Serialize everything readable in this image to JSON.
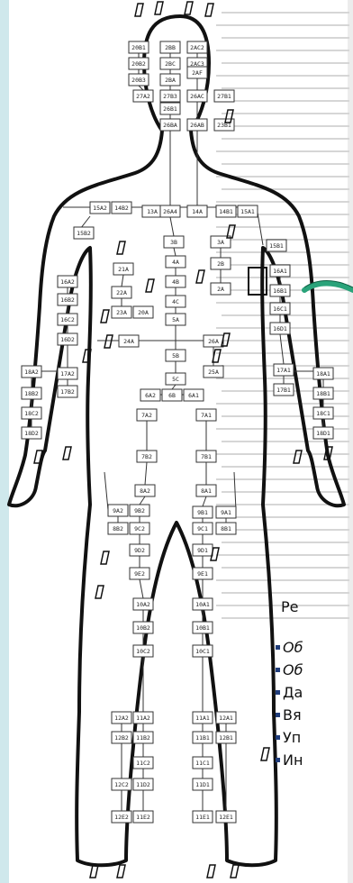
{
  "blocks": [
    {
      "id": "blk-20b1",
      "label": "20B1"
    },
    {
      "id": "blk-20b2",
      "label": "20B2"
    },
    {
      "id": "blk-20b3",
      "label": "20B3"
    },
    {
      "id": "blk-2ac2",
      "label": "2AC2"
    },
    {
      "id": "blk-2ac3",
      "label": "2AC3"
    },
    {
      "id": "blk-2af",
      "label": "2AF"
    },
    {
      "id": "blk-2bb",
      "label": "2BB"
    },
    {
      "id": "blk-2bc",
      "label": "2BC"
    },
    {
      "id": "blk-2ba",
      "label": "2BA"
    },
    {
      "id": "blk-27b3",
      "label": "27B3"
    },
    {
      "id": "blk-26b1",
      "label": "26B1"
    },
    {
      "id": "blk-26ac",
      "label": "26AC"
    },
    {
      "id": "blk-27b1",
      "label": "27B1"
    },
    {
      "id": "blk-27a2",
      "label": "27A2"
    },
    {
      "id": "blk-26ba",
      "label": "26BA"
    },
    {
      "id": "blk-26ab",
      "label": "26AB"
    },
    {
      "id": "blk-23b1",
      "label": "23B1"
    },
    {
      "id": "blk-15a2",
      "label": "15A2"
    },
    {
      "id": "blk-14b2",
      "label": "14B2"
    },
    {
      "id": "blk-13a",
      "label": "13A"
    },
    {
      "id": "blk-26a4",
      "label": "26A4"
    },
    {
      "id": "blk-14a",
      "label": "14A"
    },
    {
      "id": "blk-14b1",
      "label": "14B1"
    },
    {
      "id": "blk-15a1",
      "label": "15A1"
    },
    {
      "id": "blk-15b2",
      "label": "15B2"
    },
    {
      "id": "blk-15b1",
      "label": "15B1"
    },
    {
      "id": "blk-3b",
      "label": "3B"
    },
    {
      "id": "blk-3a",
      "label": "3A"
    },
    {
      "id": "blk-4a",
      "label": "4A"
    },
    {
      "id": "blk-2b",
      "label": "2B"
    },
    {
      "id": "blk-4b",
      "label": "4B"
    },
    {
      "id": "blk-2a",
      "label": "2A"
    },
    {
      "id": "blk-4c",
      "label": "4C"
    },
    {
      "id": "blk-5a",
      "label": "5A"
    },
    {
      "id": "blk-5b",
      "label": "5B"
    },
    {
      "id": "blk-5c",
      "label": "5C"
    },
    {
      "id": "blk-21a",
      "label": "21A"
    },
    {
      "id": "blk-22a",
      "label": "22A"
    },
    {
      "id": "blk-23a",
      "label": "23A"
    },
    {
      "id": "blk-20a",
      "label": "20A"
    },
    {
      "id": "blk-24a",
      "label": "24A"
    },
    {
      "id": "blk-26a",
      "label": "26A"
    },
    {
      "id": "blk-25a",
      "label": "25A"
    },
    {
      "id": "blk-16a2",
      "label": "16A2"
    },
    {
      "id": "blk-16b2",
      "label": "16B2"
    },
    {
      "id": "blk-16c2",
      "label": "16C2"
    },
    {
      "id": "blk-16d2",
      "label": "16D2"
    },
    {
      "id": "blk-17a2",
      "label": "17A2"
    },
    {
      "id": "blk-17b2",
      "label": "17B2"
    },
    {
      "id": "blk-18a2",
      "label": "18A2"
    },
    {
      "id": "blk-18b2",
      "label": "18B2"
    },
    {
      "id": "blk-18c2",
      "label": "18C2"
    },
    {
      "id": "blk-18d2",
      "label": "18D2"
    },
    {
      "id": "blk-16a1",
      "label": "16A1"
    },
    {
      "id": "blk-16b1",
      "label": "16B1"
    },
    {
      "id": "blk-16c1",
      "label": "16C1"
    },
    {
      "id": "blk-16d1",
      "label": "16D1"
    },
    {
      "id": "blk-17a1",
      "label": "17A1"
    },
    {
      "id": "blk-17b1",
      "label": "17B1"
    },
    {
      "id": "blk-18a1",
      "label": "18A1"
    },
    {
      "id": "blk-18b1",
      "label": "18B1"
    },
    {
      "id": "blk-18c1",
      "label": "18C1"
    },
    {
      "id": "blk-18d1",
      "label": "18D1"
    },
    {
      "id": "blk-6a2",
      "label": "6A2"
    },
    {
      "id": "blk-6b",
      "label": "6B"
    },
    {
      "id": "blk-6a1",
      "label": "6A1"
    },
    {
      "id": "blk-7a2",
      "label": "7A2"
    },
    {
      "id": "blk-7a1",
      "label": "7A1"
    },
    {
      "id": "blk-7b2",
      "label": "7B2"
    },
    {
      "id": "blk-7b1",
      "label": "7B1"
    },
    {
      "id": "blk-8a2",
      "label": "8A2"
    },
    {
      "id": "blk-8a1",
      "label": "8A1"
    },
    {
      "id": "blk-9a2",
      "label": "9A2"
    },
    {
      "id": "blk-9b2",
      "label": "9B2"
    },
    {
      "id": "blk-9b1",
      "label": "9B1"
    },
    {
      "id": "blk-9a1",
      "label": "9A1"
    },
    {
      "id": "blk-8b2",
      "label": "8B2"
    },
    {
      "id": "blk-9c2",
      "label": "9C2"
    },
    {
      "id": "blk-9c1",
      "label": "9C1"
    },
    {
      "id": "blk-8b1",
      "label": "8B1"
    },
    {
      "id": "blk-9d2",
      "label": "9D2"
    },
    {
      "id": "blk-9d1",
      "label": "9D1"
    },
    {
      "id": "blk-9e2",
      "label": "9E2"
    },
    {
      "id": "blk-9e1",
      "label": "9E1"
    },
    {
      "id": "blk-10a2",
      "label": "10A2"
    },
    {
      "id": "blk-10a1",
      "label": "10A1"
    },
    {
      "id": "blk-10b2",
      "label": "10B2"
    },
    {
      "id": "blk-10b1",
      "label": "10B1"
    },
    {
      "id": "blk-10c2",
      "label": "10C2"
    },
    {
      "id": "blk-10c1",
      "label": "10C1"
    },
    {
      "id": "blk-12a2",
      "label": "12A2"
    },
    {
      "id": "blk-11a2",
      "label": "11A2"
    },
    {
      "id": "blk-11a1",
      "label": "11A1"
    },
    {
      "id": "blk-12a1",
      "label": "12A1"
    },
    {
      "id": "blk-12b2",
      "label": "12B2"
    },
    {
      "id": "blk-11b2",
      "label": "11B2"
    },
    {
      "id": "blk-11b1",
      "label": "11B1"
    },
    {
      "id": "blk-12b1",
      "label": "12B1"
    },
    {
      "id": "blk-11c2",
      "label": "11C2"
    },
    {
      "id": "blk-11c1",
      "label": "11C1"
    },
    {
      "id": "blk-12c2",
      "label": "12C2"
    },
    {
      "id": "blk-11d2",
      "label": "11D2"
    },
    {
      "id": "blk-11d1",
      "label": "11D1"
    },
    {
      "id": "blk-12e2",
      "label": "12E2"
    },
    {
      "id": "blk-11e2",
      "label": "11E2"
    },
    {
      "id": "blk-11e1",
      "label": "11E1"
    },
    {
      "id": "blk-12e1",
      "label": "12E1"
    }
  ],
  "heading": "Ре",
  "bullets": [
    {
      "text": "Об",
      "italic": true
    },
    {
      "text": "Об",
      "italic": true
    },
    {
      "text": "Да",
      "italic": false
    },
    {
      "text": "Вя",
      "italic": false
    },
    {
      "text": "Уп",
      "italic": false
    },
    {
      "text": "Ин",
      "italic": false
    }
  ],
  "colors": {
    "left_strip": "#cfe8ec",
    "cable": "#2aa37a",
    "outline": "#111111",
    "bullet_marker": "#1f3c7a"
  }
}
